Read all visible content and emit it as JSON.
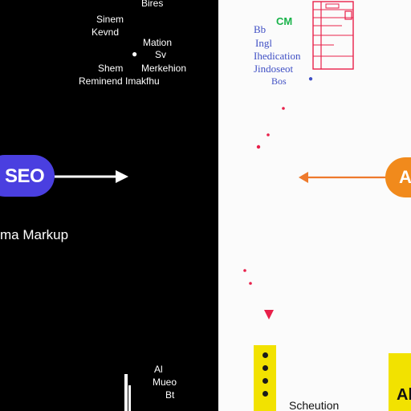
{
  "colors": {
    "left_panel": "#000000",
    "right_panel": "#fbfbfb",
    "seo_pill": "#4a3fe0",
    "core_circle": "#f2224e",
    "ai_pill": "#f18a1c",
    "arrow_right": "#ee7a2c",
    "dots": "#e8204a",
    "table_sketch": "#e8204a",
    "blue_text": "#3f4fc4",
    "green_text": "#19b34a",
    "yellow_bar": "#f2e200"
  },
  "left": {
    "top_lines": {
      "bires": "Bires",
      "sinem": "Sinem",
      "kevnd": "Kevnd",
      "mation": "Mation",
      "sv": "Sv",
      "shem": "Shem",
      "merkehon": "Merkehion",
      "reminend": "Reminend Imakfhu"
    },
    "seo_label": "SEO",
    "schema_label": "ma Markup",
    "bottom": {
      "ai": "Al",
      "mueo": "Mueo",
      "bt": "Bt"
    }
  },
  "right": {
    "cm_label": "CM",
    "blue_lines": {
      "bb": "Bb",
      "ingl": "Ingl",
      "ihedication": "Ihedication",
      "jindoseot": "Jindoseot",
      "bos": "Bos"
    },
    "ai_label": "Al",
    "schemion_label": "Scheution",
    "ai_bottom": "Al"
  },
  "icons": {
    "seo_arrow": "arrow-right-icon",
    "ai_arrow": "arrow-left-icon",
    "dotted_connector": "dotted-connector-icon",
    "down_arrow": "arrow-down-icon",
    "table_sketch": "table-sketch-icon"
  }
}
